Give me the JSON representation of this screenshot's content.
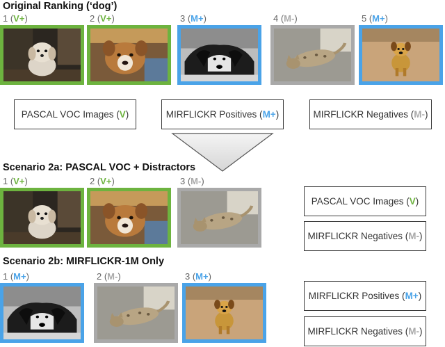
{
  "colors": {
    "V": "#6db33f",
    "M+": "#4aa3e8",
    "M-": "#a9a9a9"
  },
  "sections": {
    "original": {
      "title": "Original Ranking (‘dog’)",
      "items": [
        {
          "num": "1",
          "tag": "V+",
          "class": "V",
          "icon": "small-white-dog-photo"
        },
        {
          "num": "2",
          "tag": "V+",
          "class": "V",
          "icon": "brown-dog-couch-photo"
        },
        {
          "num": "3",
          "tag": "M+",
          "class": "M+",
          "icon": "black-dog-bw-photo"
        },
        {
          "num": "4",
          "tag": "M-",
          "class": "M-",
          "icon": "cat-on-carpet-photo"
        },
        {
          "num": "5",
          "tag": "M+",
          "class": "M+",
          "icon": "dog-on-beach-photo"
        }
      ]
    },
    "scenario_2a": {
      "title": "Scenario 2a:  PASCAL VOC + Distractors",
      "items": [
        {
          "num": "1",
          "tag": "V+",
          "class": "V",
          "icon": "small-white-dog-photo"
        },
        {
          "num": "2",
          "tag": "V+",
          "class": "V",
          "icon": "brown-dog-couch-photo"
        },
        {
          "num": "3",
          "tag": "M-",
          "class": "M-",
          "icon": "cat-on-carpet-photo"
        }
      ]
    },
    "scenario_2b": {
      "title": "Scenario 2b:  MIRFLICKR-1M Only",
      "items": [
        {
          "num": "1",
          "tag": "M+",
          "class": "M+",
          "icon": "black-dog-bw-photo"
        },
        {
          "num": "2",
          "tag": "M-",
          "class": "M-",
          "icon": "cat-on-carpet-photo"
        },
        {
          "num": "3",
          "tag": "M+",
          "class": "M+",
          "icon": "dog-on-beach-photo"
        }
      ]
    }
  },
  "legend": {
    "pascal": {
      "text": "PASCAL VOC Images (",
      "tag": "V",
      "close": ")"
    },
    "mir_pos": {
      "text": "MIRFLICKR Positives (",
      "tag": "M+",
      "close": ")"
    },
    "mir_neg": {
      "text": "MIRFLICKR Negatives (",
      "tag": "M-",
      "close": ")"
    }
  },
  "arrow_icon": "down-arrow-icon"
}
